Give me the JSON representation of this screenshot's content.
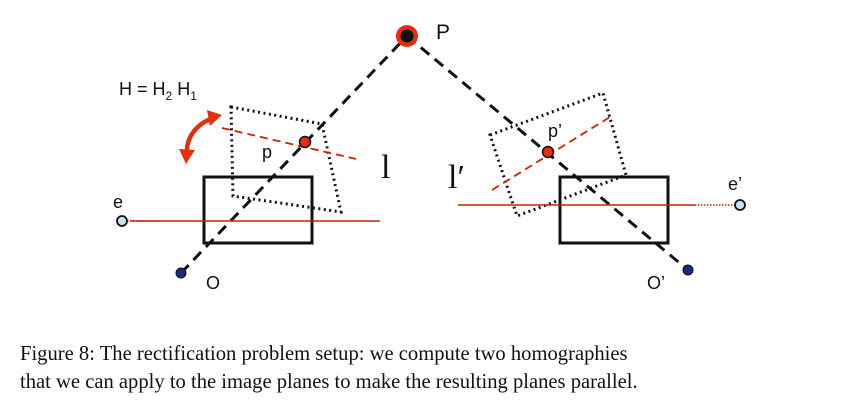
{
  "colors": {
    "ink": "#111111",
    "epipolar_red": "#cc2200",
    "accent_red": "#e03010",
    "camera_center_blue": "#1a2a7a",
    "epipole_fill": "#c7e2ef",
    "background": "#ffffff"
  },
  "labels": {
    "point_P": "P",
    "homography_H": "H = H",
    "homography_sub2": "2",
    "homography_H1": " H",
    "homography_sub1": "1",
    "left_image_point": "p",
    "right_image_point": "p’",
    "left_epipolar_line": "l",
    "right_epipolar_line": "l′",
    "left_epipole": "e",
    "right_epipole": "e’",
    "left_camera_center": "O",
    "right_camera_center": "O’"
  },
  "caption": {
    "line1": "Figure 8:  The rectification problem setup:  we compute two homographies",
    "line2": "that we can apply to the image planes to make the resulting planes parallel."
  }
}
